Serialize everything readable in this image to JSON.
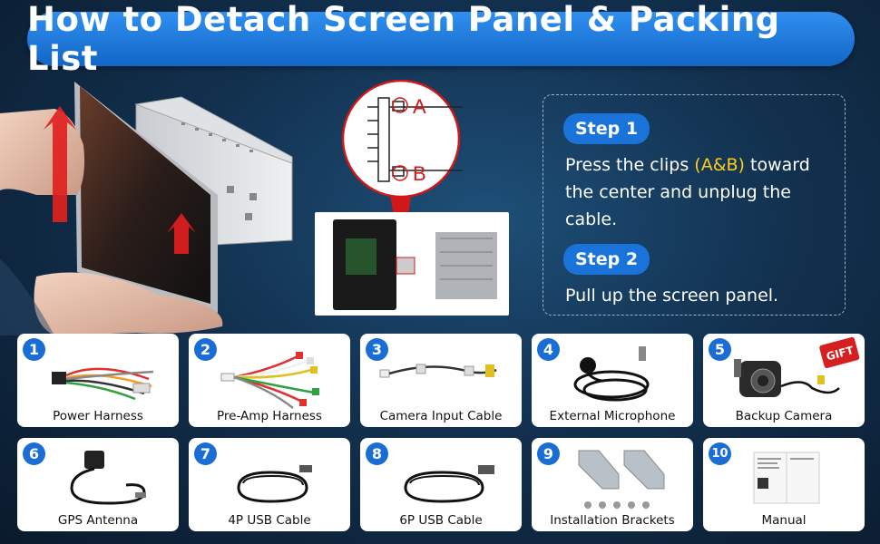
{
  "title": "How to Detach Screen Panel & Packing List",
  "diagram": {
    "clip_a": "A",
    "clip_b": "B"
  },
  "steps": [
    {
      "label": "Step 1",
      "text_before": "Press the clips ",
      "highlight": "(A&B)",
      "text_after": " toward the center and unplug the cable."
    },
    {
      "label": "Step 2",
      "text": "Pull up the screen panel."
    }
  ],
  "packing_list": [
    {
      "number": "1",
      "name": "Power Harness"
    },
    {
      "number": "2",
      "name": "Pre-Amp Harness"
    },
    {
      "number": "3",
      "name": "Camera Input Cable"
    },
    {
      "number": "4",
      "name": "External Microphone"
    },
    {
      "number": "5",
      "name": "Backup Camera",
      "badge": "GIFT"
    },
    {
      "number": "6",
      "name": "GPS Antenna"
    },
    {
      "number": "7",
      "name": "4P USB Cable"
    },
    {
      "number": "8",
      "name": "6P USB Cable"
    },
    {
      "number": "9",
      "name": "Installation Brackets"
    },
    {
      "number": "10",
      "name": "Manual"
    }
  ],
  "colors": {
    "accent": "#1a73d9",
    "highlight": "#ffcc1a",
    "arrow": "#e02020"
  }
}
